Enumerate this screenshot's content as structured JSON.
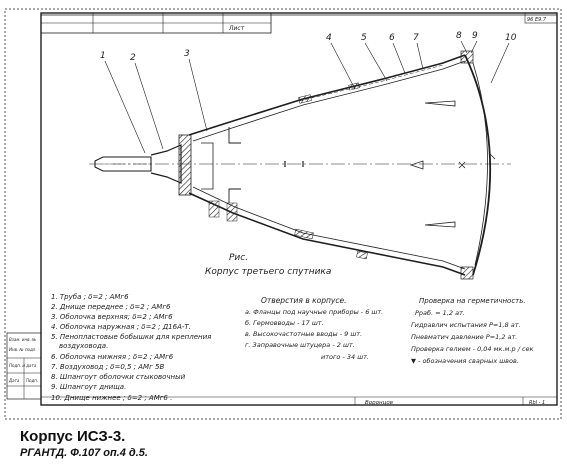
{
  "drawing": {
    "sheet_code": "96 Е9.7",
    "title_block_word": "Лист",
    "part_numbers": [
      "1",
      "2",
      "3",
      "4",
      "5",
      "6",
      "7",
      "8",
      "9",
      "10"
    ],
    "figure_caption": {
      "line1": "Рис.",
      "line2": "Корпус третьего спутника"
    },
    "parts_list": [
      "1. Труба ; δ=2 ; АМг6",
      "2. Днище переднее ; δ=2 ; АМг6",
      "3. Оболочка верхняя; δ=2 ; АМг6",
      "4. Оболочка наружная ; δ=2 ; Д16А-Т.",
      "5. Пенопластовые бобышки для крепления",
      "воздуховода.",
      "6. Оболочка нижняя ; δ=2 ; АМг6",
      "7. Воздуховод ; δ=0,5 ; АМг 5В",
      "8. Шпангоут оболочки стыковочный",
      "9. Шпангоут днища.",
      "10. Днище нижнее ; δ=2 ; АМг6 ."
    ],
    "openings": {
      "heading": "Отверстия в корпусе.",
      "items": [
        "а. Фланцы под научные приборы - 6 шт.",
        "б. Гермовводы - 17 шт.",
        "в. Высокочастотные вводы - 9 шт.",
        "г. Заправочные штуцера - 2 шт."
      ],
      "total": "итого - 34 шт."
    },
    "tightness": {
      "heading": "Проверка на герметичность.",
      "items": [
        "Рраб. = 1,2 ат.",
        "Гидравлич испытания  Р=1,8 ат.",
        "Пневматич давление  Р=1,2 ат.",
        "Проверка гелием - 0,04 мк.м.р / сек",
        "▼ - обозначения сварных швов."
      ]
    },
    "side_stamp": [
      "Взам. инв. №",
      "Инв. № подл.",
      "Подп. и дата",
      "Дата",
      "Подп."
    ],
    "bottom_signature": "Воронцов",
    "bottom_stamp": "Rbl - 1"
  },
  "caption": {
    "title": "Корпус ИСЗ-3.",
    "source": "РГАНТД. Ф.107 оп.4 д.5."
  }
}
